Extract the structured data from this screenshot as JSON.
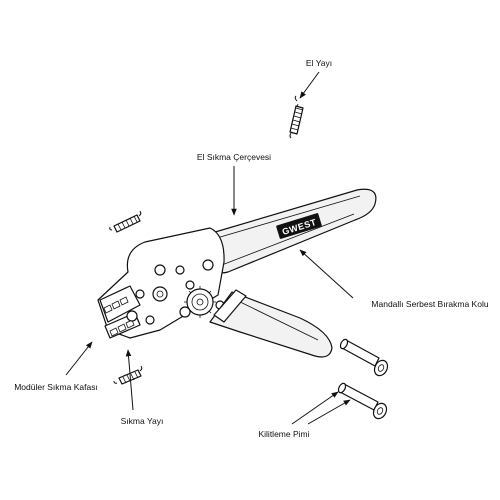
{
  "labels": {
    "hand_spring": "El Yayı",
    "crimp_frame": "El Sıkma Çerçevesi",
    "release_handle": "Mandallı Serbest Bırakma Kolu",
    "modular_head": "Modüler Sıkma Kafası",
    "crimp_spring": "Sıkma Yayı",
    "locking_pin": "Kilitleme Pimi"
  },
  "brand": {
    "logo_text": "GWEST"
  },
  "colors": {
    "ink": "#111111",
    "background": "#ffffff",
    "grip_fill": "#f2f2f2"
  }
}
